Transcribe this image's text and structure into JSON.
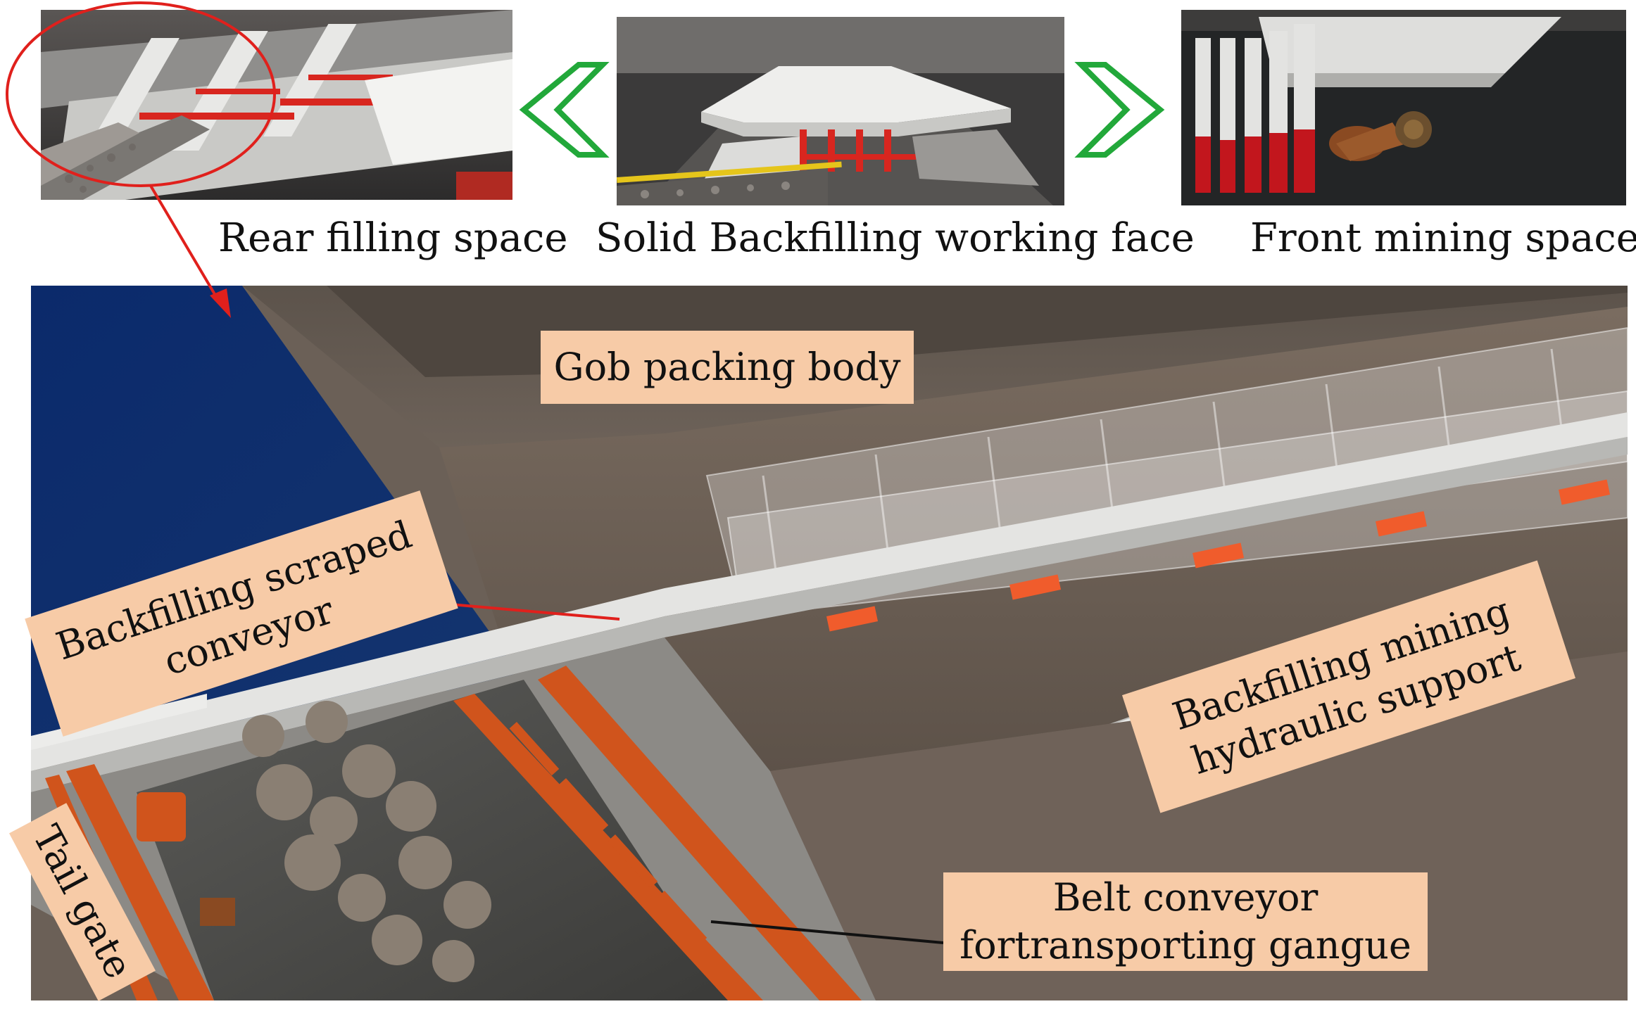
{
  "captions": {
    "rear": "Rear filling space",
    "middle": "Solid Backfilling working face",
    "front": "Front mining space"
  },
  "labels": {
    "gob": "Gob packing body",
    "scraped_line1": "Backfilling scraped",
    "scraped_line2": "conveyor",
    "support_line1": "Backfilling mining",
    "support_line2": "hydraulic support",
    "tail": "Tail gate",
    "belt_line1": "Belt conveyor",
    "belt_line2": "fortransporting gangue"
  },
  "colors": {
    "label_fill": "#f7cba7",
    "arrow_green": "#22a83a",
    "annotation_red": "#e0201c",
    "conveyor_orange": "#d0541c"
  },
  "icons": [
    "left-chevron-icon",
    "right-chevron-icon"
  ]
}
